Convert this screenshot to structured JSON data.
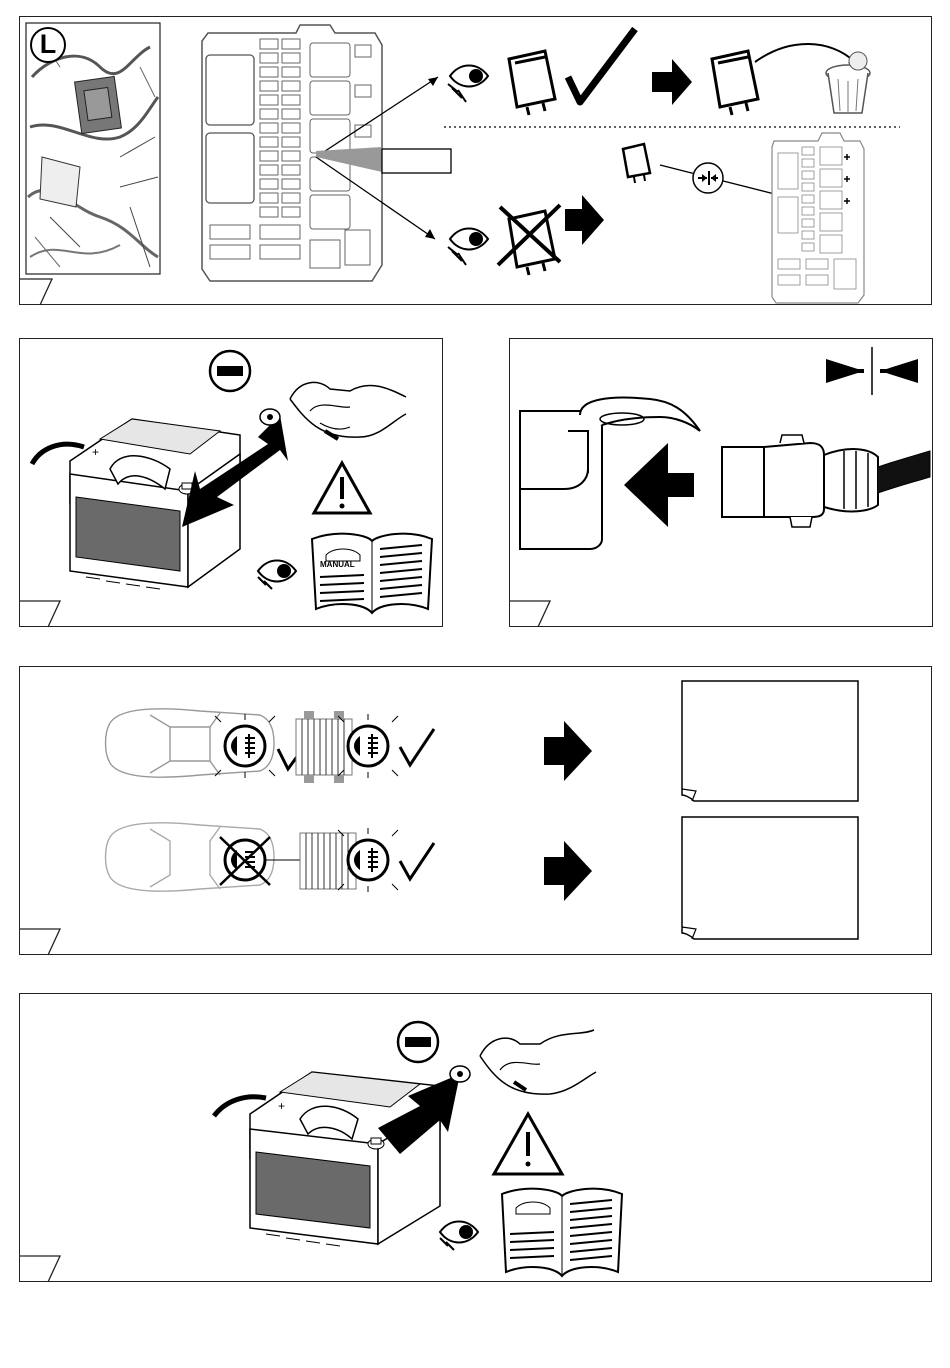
{
  "panels": [
    {
      "id": "panel-1",
      "badge_letter": "L"
    },
    {
      "id": "panel-2",
      "manual_label": "MANUAL"
    },
    {
      "id": "panel-3"
    },
    {
      "id": "panel-4"
    },
    {
      "id": "panel-5"
    }
  ],
  "battery": {
    "plus_label": "+"
  },
  "colors": {
    "ink": "#000000",
    "border": "#222222",
    "grey": "#9a9a9a",
    "light_grey": "#d8d8d8",
    "battery_window": "#6a6a6a"
  },
  "icons": [
    "eye-icon",
    "relay-icon",
    "checkmark-icon",
    "arrow-right-icon",
    "trash-can-icon",
    "cross-icon",
    "press-fit-icon",
    "minus-terminal-icon",
    "warning-triangle-icon",
    "manual-book-icon",
    "fog-lamp-icon",
    "car-icon",
    "trailer-icon",
    "battery-icon",
    "hand-icon",
    "connector-icon"
  ]
}
